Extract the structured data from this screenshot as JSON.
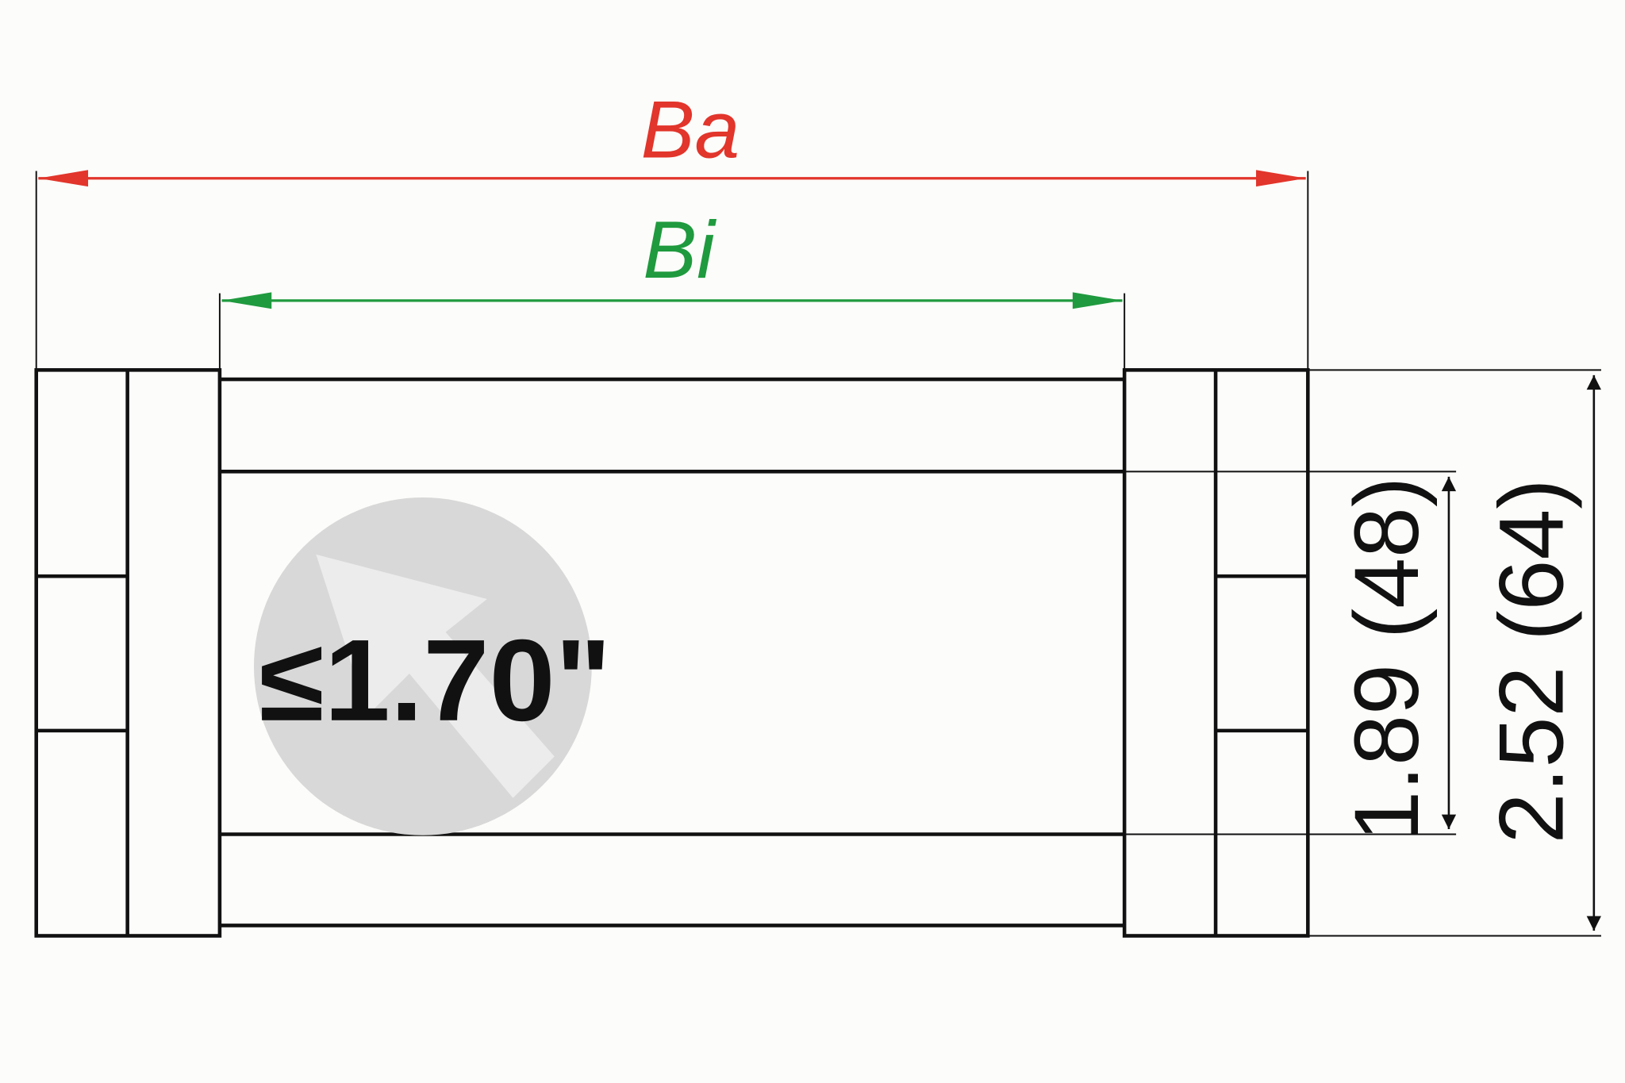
{
  "labels": {
    "outer_width": "Ba",
    "inner_width": "Bi",
    "inner_height": "1.89 (48)",
    "outer_height": "2.52 (64)",
    "max_cable": "≤1.70\""
  },
  "colors": {
    "outer_width": "#e2352b",
    "inner_width": "#1f9a3e",
    "lines": "#111111",
    "badge": "#d8d8d8",
    "badge_arrow": "#ececec",
    "background": "#fcfcfa"
  },
  "icons": {
    "badge": "arrow-up-left-icon"
  }
}
